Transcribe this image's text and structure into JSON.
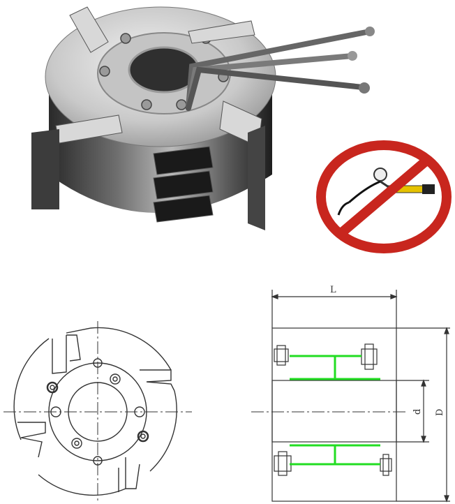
{
  "dimensions": {
    "length_label": "L",
    "bore_label": "d",
    "diameter_label": "D"
  },
  "icons": {
    "product_photo": "tool-head-with-hex-keys",
    "prohibition": "no-hydraulic-clamping-icon",
    "front_view": "front-view-drawing",
    "section_view": "section-view-drawing"
  },
  "colors": {
    "prohibition_red": "#c8261e",
    "clamp_channel_green": "#22dd22",
    "drawing_line": "#333333"
  }
}
